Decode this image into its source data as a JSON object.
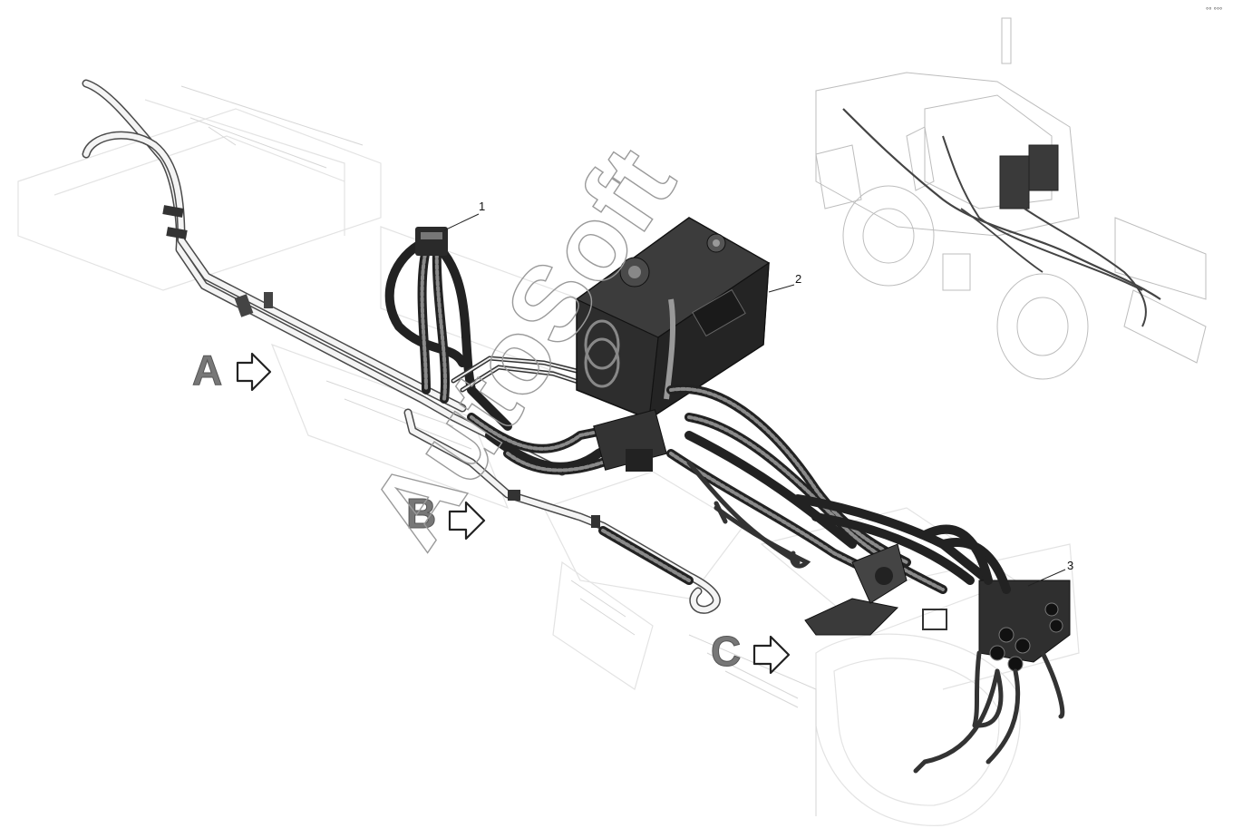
{
  "callouts": {
    "c1": "1",
    "c2": "2",
    "c3": "3"
  },
  "views": {
    "a": "A",
    "b": "B",
    "c": "C"
  },
  "watermark": "AutoSoft",
  "corner_mark": "°° °°°"
}
